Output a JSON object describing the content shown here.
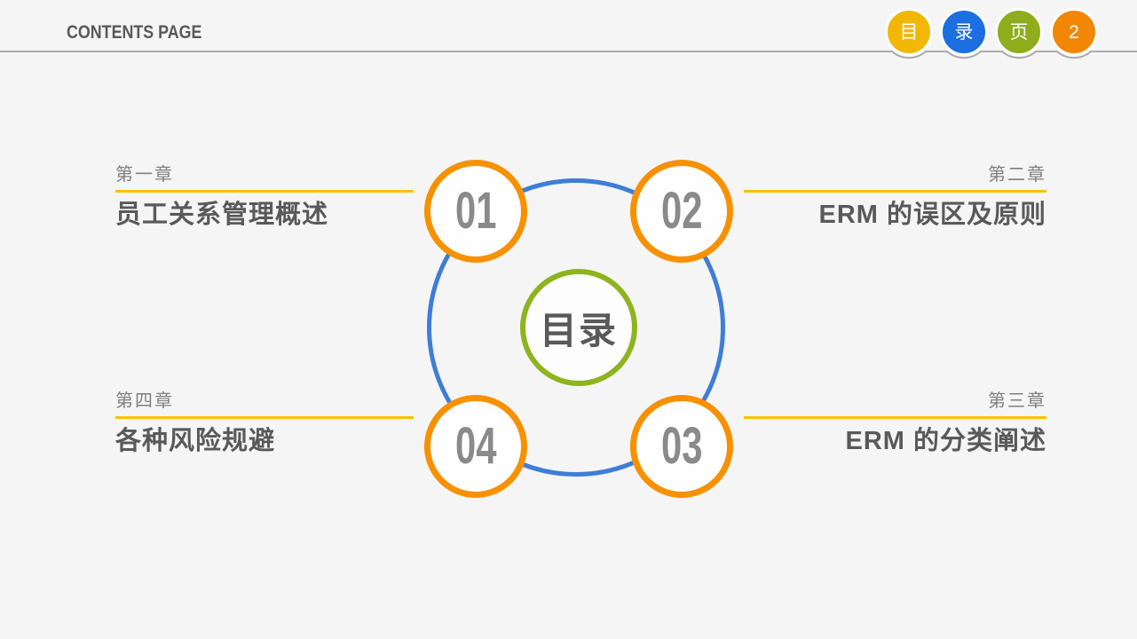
{
  "header": {
    "title": "CONTENTS PAGE",
    "nav_badges": [
      {
        "label": "目",
        "color": "#F2B705"
      },
      {
        "label": "录",
        "color": "#1B6FE0"
      },
      {
        "label": "页",
        "color": "#8FAC1C"
      },
      {
        "label": "2",
        "color": "#F28705"
      }
    ]
  },
  "diagram": {
    "center_label": "目录",
    "nodes": [
      {
        "number": "01",
        "chapter": "第一章",
        "title": "员工关系管理概述"
      },
      {
        "number": "02",
        "chapter": "第二章",
        "title": "ERM 的误区及原则"
      },
      {
        "number": "03",
        "chapter": "第三章",
        "title": "ERM 的分类阐述"
      },
      {
        "number": "04",
        "chapter": "第四章",
        "title": "各种风险规避"
      }
    ]
  },
  "colors": {
    "accent_orange": "#F79100",
    "accent_blue": "#3E7DD8",
    "accent_green": "#8DB41E",
    "accent_yellow": "#FFC000",
    "badge_yellow": "#F2B705",
    "badge_blue": "#1B6FE0",
    "badge_olive": "#8FAC1C",
    "badge_orange": "#F28705",
    "text_dark": "#595959",
    "text_gray": "#7F7F7F",
    "number_gray": "#8A8A8A",
    "line_gray": "#ABABAB",
    "background": "#F5F5F5"
  }
}
